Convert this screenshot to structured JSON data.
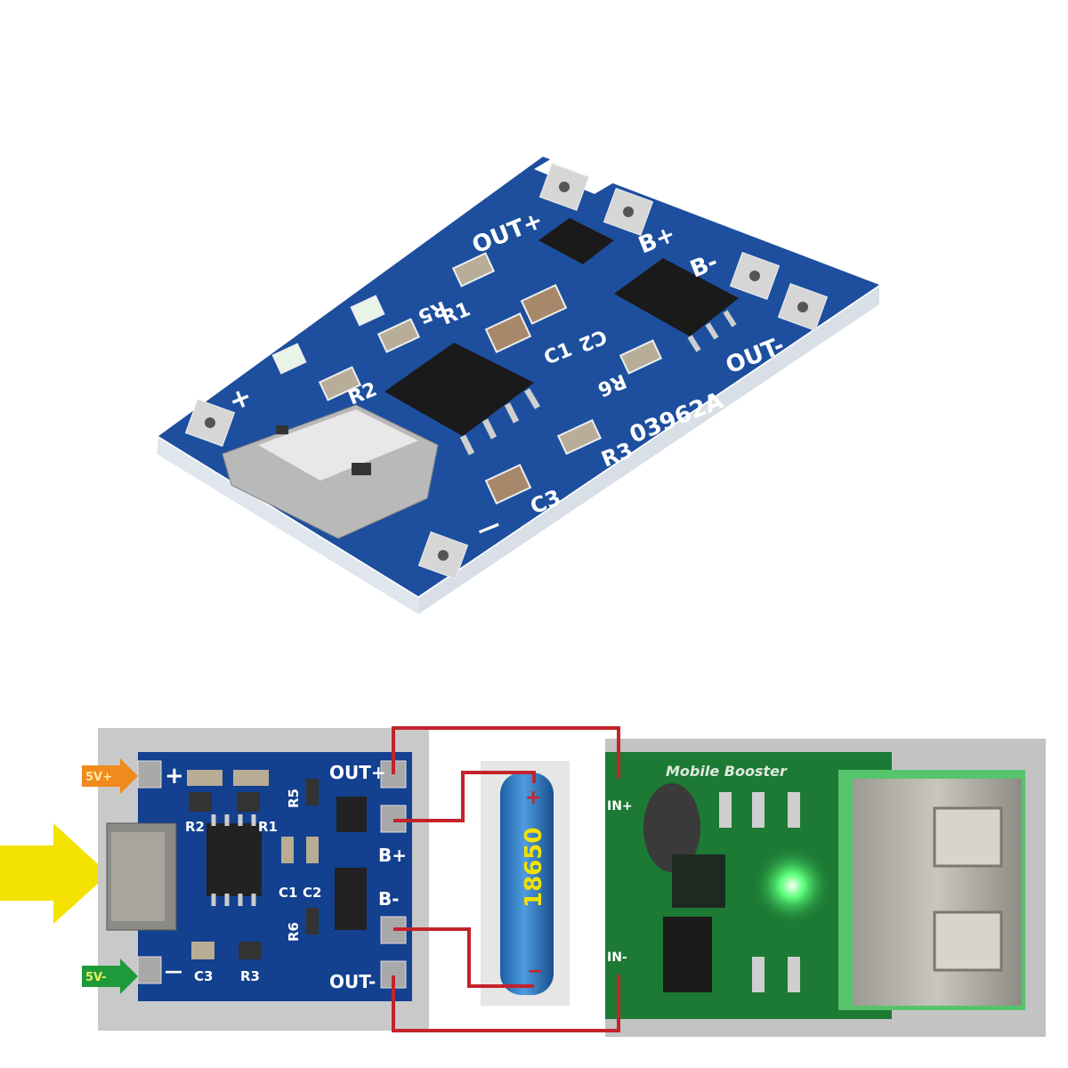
{
  "top_board": {
    "labels": {
      "out_plus": "OUT+",
      "b_plus": "B+",
      "b_minus": "B-",
      "out_minus": "OUT-",
      "part_code": "03962A",
      "plus": "+",
      "minus": "—",
      "r5": "R5",
      "r1": "R1",
      "r2": "R2",
      "r3": "R3",
      "r6": "R6",
      "c1": "C1",
      "c2": "C2",
      "c3": "C3"
    },
    "board_color": "#1d4f9e"
  },
  "wiring_diagram": {
    "input_tags": {
      "plus": "5V+",
      "minus": "5V-"
    },
    "charger_labels": {
      "plus": "+",
      "minus": "—",
      "r2": "R2",
      "r1": "R1",
      "r5": "R5",
      "c1": "C1",
      "c2": "C2",
      "r6": "R6",
      "c3": "C3",
      "r3": "R3",
      "out_plus": "OUT+",
      "b_plus": "B+",
      "b_minus": "B-",
      "out_minus": "OUT-"
    },
    "battery": {
      "label": "18650",
      "plus": "+",
      "minus": "−"
    },
    "booster": {
      "title": "Mobile Booster",
      "in_plus": "IN+",
      "in_minus": "IN-"
    },
    "colors": {
      "wire": "#c4232b",
      "input_arrow": "#f4e200",
      "plus_tag": "#f08a1c",
      "minus_tag": "#1f9a3a",
      "booster_pcb": "#1c7a34"
    }
  }
}
